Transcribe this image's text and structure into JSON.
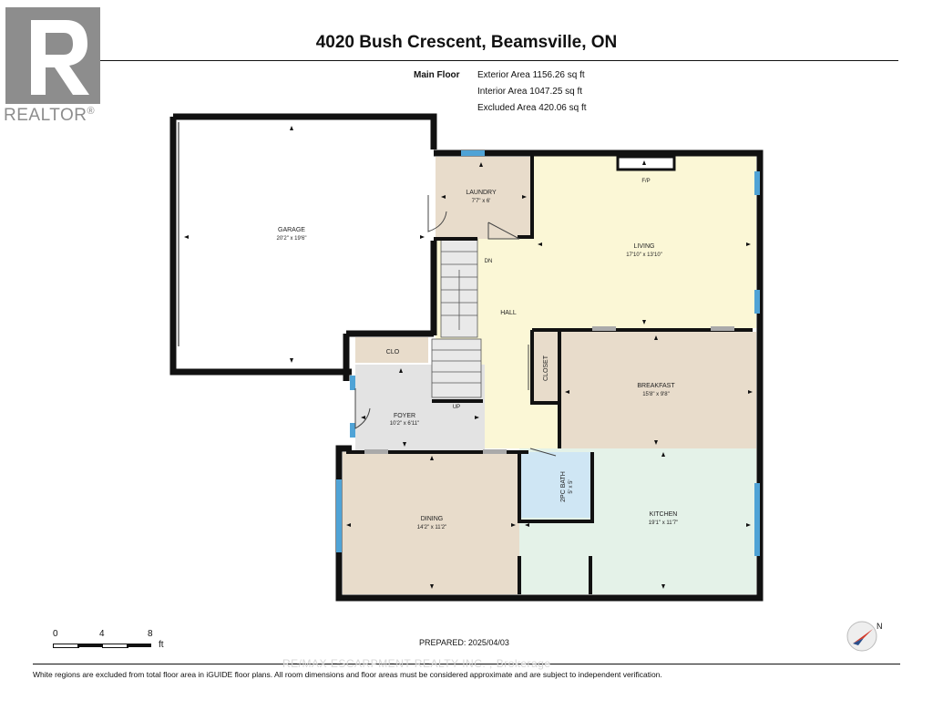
{
  "header": {
    "title": "4020 Bush Crescent, Beamsville, ON"
  },
  "logo": {
    "wordmark": "REALTOR",
    "registered": "®",
    "icon": "realtor-r-icon"
  },
  "areas": {
    "floor_name": "Main Floor",
    "exterior": "Exterior Area 1156.26 sq ft",
    "interior": "Interior Area 1047.25 sq ft",
    "excluded": "Excluded Area 420.06 sq ft"
  },
  "rooms": {
    "garage": {
      "name": "GARAGE",
      "dims": "20'2\" x 19'6\""
    },
    "laundry": {
      "name": "LAUNDRY",
      "dims": "7'7\" x 6'"
    },
    "living": {
      "name": "LIVING",
      "dims": "17'10\" x 13'10\""
    },
    "fireplace": {
      "name": "F/P"
    },
    "stairs_down": {
      "name": "DN"
    },
    "hall": {
      "name": "HALL"
    },
    "clo": {
      "name": "CLO"
    },
    "closet": {
      "name": "CLOSET"
    },
    "breakfast": {
      "name": "BREAKFAST",
      "dims": "15'8\" x 9'8\""
    },
    "foyer": {
      "name": "FOYER",
      "dims": "10'2\" x 6'11\""
    },
    "stairs_up": {
      "name": "UP"
    },
    "bath": {
      "name": "2PC BATH",
      "dims": "5' x 5'"
    },
    "dining": {
      "name": "DINING",
      "dims": "14'2\" x 11'2\""
    },
    "kitchen": {
      "name": "KITCHEN",
      "dims": "19'1\" x 11'7\""
    }
  },
  "colors": {
    "wall": "#111111",
    "garage": "#ffffff",
    "laundry": "#e8dccb",
    "living": "#fbf7d6",
    "hall": "#fbf7d6",
    "breakfast": "#e8dccb",
    "foyer": "#e3e3e3",
    "dining": "#e8dccb",
    "kitchen": "#e4f2e8",
    "bath": "#cfe6f4",
    "window": "#4fa3d6",
    "stairs": "#e9e9e9"
  },
  "scale": {
    "labels": [
      "0",
      "4",
      "8"
    ],
    "unit": "ft"
  },
  "prepared": "PREPARED: 2025/04/03",
  "brokerage": "RE/MAX ESCARPMENT REALTY INC. , Brokerage",
  "compass": {
    "letter": "N",
    "icon": "compass-icon"
  },
  "footnote": "White regions are excluded from total floor area in iGUIDE floor plans. All room dimensions and floor areas must be considered approximate and are subject to independent verification."
}
